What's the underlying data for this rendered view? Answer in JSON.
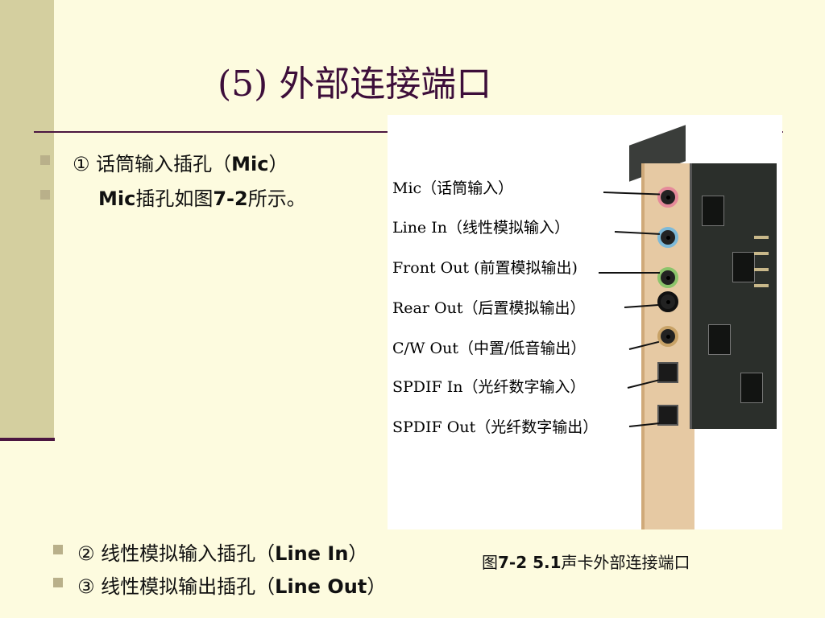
{
  "slide": {
    "title": "(5) 外部连接端口",
    "bullets_top": [
      {
        "marker": "①",
        "text": " 话筒输入插孔（",
        "bold": "Mic",
        "tail": "）"
      },
      {
        "marker": "",
        "text": "",
        "bold": "Mic",
        "tail_mid": "插孔如图",
        "bold2": "7-2",
        "tail": "所示。"
      }
    ],
    "bullets_bottom": [
      {
        "marker": "②",
        "text": " 线性模拟输入插孔（",
        "bold": "Line In",
        "tail": "）"
      },
      {
        "marker": "③",
        "text": " 线性模拟输出插孔（",
        "bold": "Line Out",
        "tail": "）"
      }
    ],
    "caption": {
      "prefix": "图",
      "bold": "7-2  5.1",
      "suffix": "声卡外部连接端口"
    }
  },
  "figure": {
    "labels": [
      "Mic（话筒输入）",
      "Line In（线性模拟输入）",
      "Front Out (前置模拟输出)",
      "Rear Out（后置模拟输出）",
      "C/W Out（中置/低音输出）",
      "SPDIF In（光纤数字输入）",
      "SPDIF Out（光纤数字输出）"
    ],
    "jack_colors": [
      "#e58a9a",
      "#7db9d8",
      "#8cc46b",
      "#111111",
      "#c8a267"
    ]
  }
}
